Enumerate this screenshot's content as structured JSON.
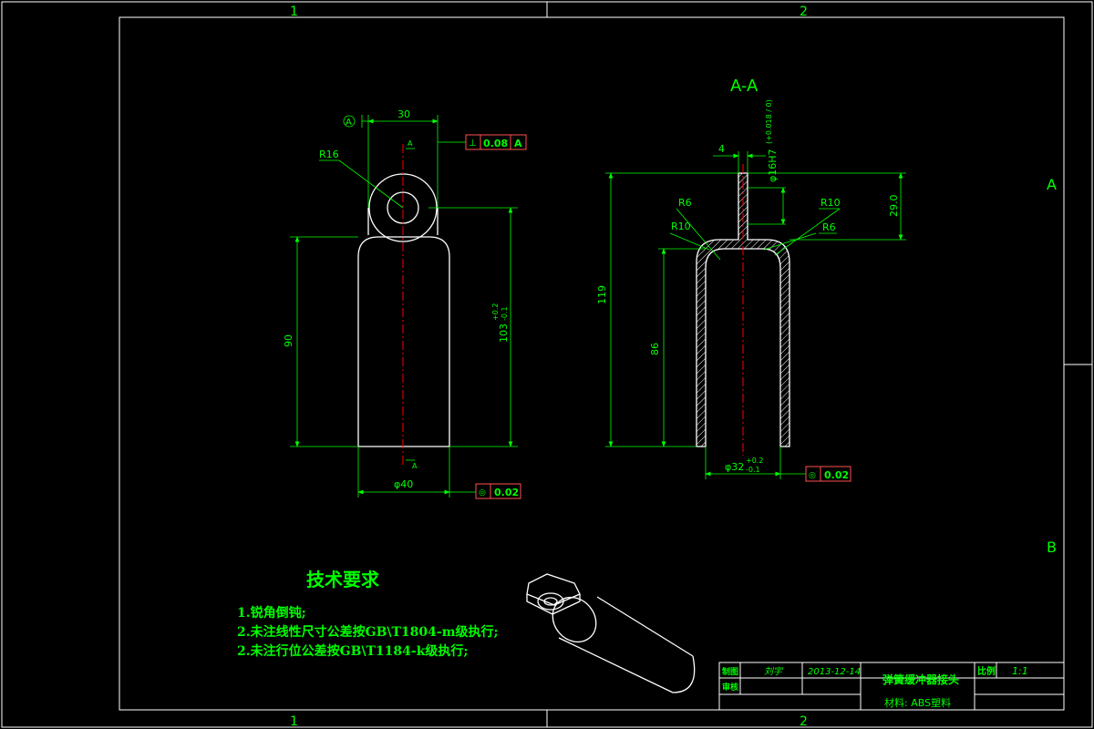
{
  "frame": {
    "zones_top": [
      "1",
      "2"
    ],
    "zones_bottom": [
      "1",
      "2"
    ],
    "zones_right": [
      "A",
      "B"
    ]
  },
  "front_view": {
    "datum_label": "A",
    "dim_width_top": "30",
    "dim_radius": "R16",
    "dim_height_body": "90",
    "dim_height_total": "103",
    "tol_total_upper": "+0.2",
    "tol_total_lower": "-0.1",
    "dim_diameter": "φ40",
    "tol_frame_1": {
      "symbol": "⊥",
      "value": "0.08",
      "datum": "A"
    },
    "tol_frame_2": {
      "symbol": "◎",
      "value": "0.02"
    },
    "center_mark_top": "A",
    "center_mark_bottom": "A"
  },
  "section_view": {
    "title": "A-A",
    "dim_thickness": "4",
    "dim_bore": "φ16H7",
    "tol_bore": "(+0.018 / 0)",
    "dim_r6_left": "R6",
    "dim_r10_left": "R10",
    "dim_r10_right": "R10",
    "dim_r6_right": "R6",
    "dim_height_total": "119",
    "dim_height_inner": "86",
    "dim_top_offset": "29.0",
    "dim_inner_diameter": "φ32",
    "tol_inner_upper": "+0.2",
    "tol_inner_lower": "-0.1",
    "tol_frame": {
      "symbol": "◎",
      "value": "0.02"
    }
  },
  "tech_requirements": {
    "title": "技术要求",
    "items": [
      "1.锐角倒钝;",
      "2.未注线性尺寸公差按GB\\T1804-m级执行;",
      "2.未注行位公差按GB\\T1184-k级执行;"
    ]
  },
  "title_block": {
    "label_draw": "制图",
    "label_check": "审核",
    "drafter": "刘宇",
    "date": "2013-12-14",
    "part_name": "弹簧缓冲器接头",
    "label_scale": "比例",
    "scale": "1:1",
    "material": "材料: ABS塑料"
  },
  "colors": {
    "background": "#000000",
    "outline": "#ffffff",
    "dimension": "#00ff00",
    "centerline": "#ff0000",
    "tolerance_frame": "#ff5050",
    "hatch": "#ffffff"
  }
}
